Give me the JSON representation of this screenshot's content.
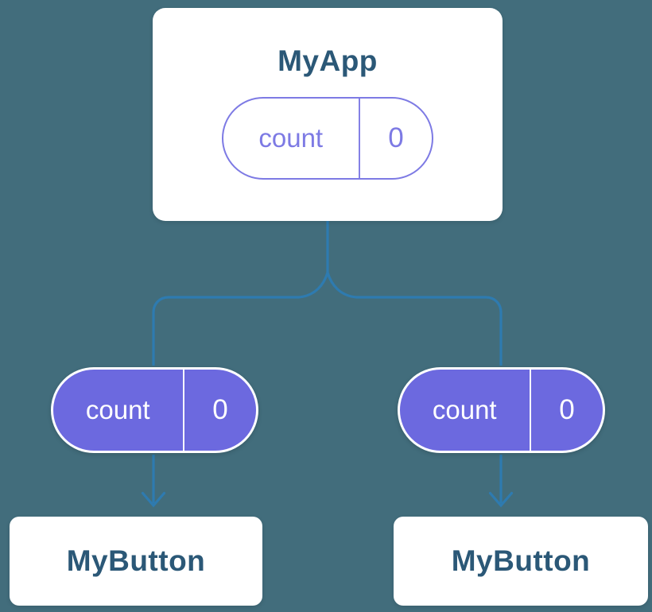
{
  "colors": {
    "background": "#426d7c",
    "connector": "#2e7bb0",
    "card_bg": "#ffffff",
    "card_text": "#2b5877",
    "pill_outline": "#7d7ae4",
    "pill_fill": "#6c69df",
    "pill_fill_text": "#ffffff"
  },
  "tree": {
    "root": {
      "title": "MyApp",
      "state": {
        "key": "count",
        "value": "0"
      }
    },
    "children": [
      {
        "title": "MyButton",
        "state": {
          "key": "count",
          "value": "0"
        }
      },
      {
        "title": "MyButton",
        "state": {
          "key": "count",
          "value": "0"
        }
      }
    ]
  }
}
